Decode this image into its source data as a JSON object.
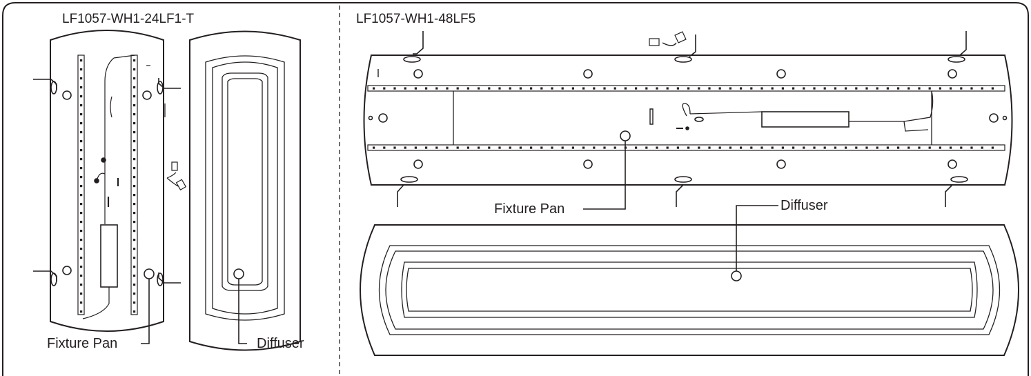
{
  "panels": {
    "left": {
      "model": "LF1057-WH1-24LF1-T",
      "fixture_label": "Fixture Pan",
      "diffuser_label": "Diffuser"
    },
    "right": {
      "model": "LF1057-WH1-48LF5",
      "fixture_label": "Fixture Pan",
      "diffuser_label": "Diffuser"
    }
  },
  "colors": {
    "ink": "#231f20",
    "background": "#ffffff"
  }
}
